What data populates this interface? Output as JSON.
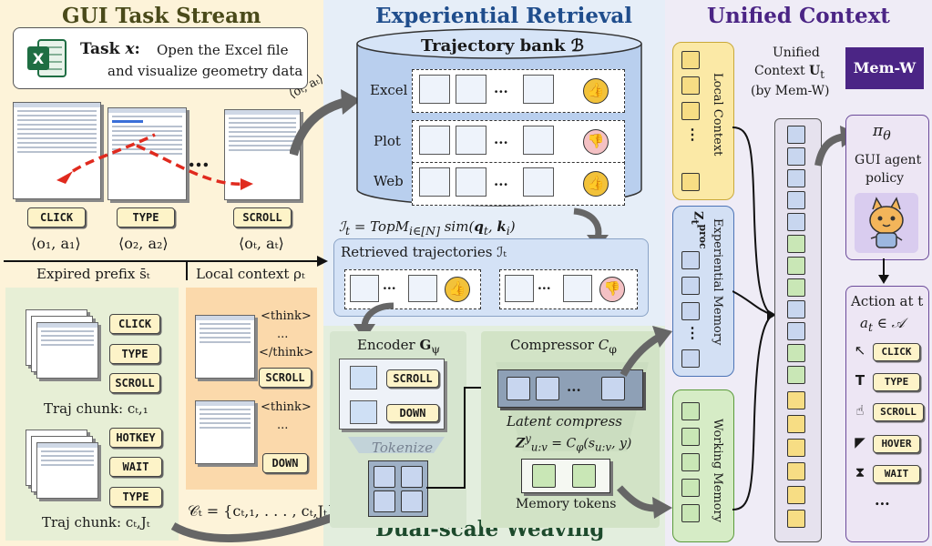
{
  "panels": {
    "gui_stream_title": "GUI Task Stream",
    "retrieval_title": "Experiential Retrieval",
    "unified_title": "Unified Context",
    "weaving_title": "Dual-scale Weaving"
  },
  "task": {
    "label": "Task",
    "var": "x",
    "colon": ":",
    "line1": "Open the Excel file",
    "line2": "and visualize geometry data"
  },
  "actions_top": {
    "a1": "CLICK",
    "a2": "TYPE",
    "a3": "SCROLL",
    "p1": "⟨o₁, a₁⟩",
    "p2": "⟨o₂, a₂⟩",
    "p3": "⟨oₜ, aₜ⟩",
    "ellipsis": "…",
    "arrow_pair": "⟨oₜ, aₜ⟩"
  },
  "split": {
    "expired": "Expired prefix s̄ₜ",
    "local": "Local context ρₜ"
  },
  "chunk1": {
    "keys": [
      "CLICK",
      "TYPE",
      "SCROLL"
    ],
    "label": "Traj chunk: cₜ,₁"
  },
  "chunk2": {
    "keys": [
      "HOTKEY",
      "WAIT",
      "TYPE"
    ],
    "label": "Traj chunk: cₜ,Jₜ"
  },
  "local_ctx": {
    "think_open": "<think>",
    "dots": "...",
    "think_close": "</think>",
    "key1": "SCROLL",
    "think_open2": "<think>",
    "dots2": "...",
    "key2": "DOWN"
  },
  "chunks_formula": "𝒞ₜ = {cₜ,₁, . . . , cₜ,Jₜ}",
  "bank": {
    "title": "Trajectory bank ℬ",
    "rows": [
      "Excel",
      "Plot",
      "Web"
    ],
    "dots": "..."
  },
  "topm_formula": "ℐₜ = TopM_{i∈[N]} sim(qₜ, kᵢ)",
  "retrieved": {
    "label": "Retrieved trajectories ℐₜ",
    "dots1": "...",
    "dots2": "..."
  },
  "encoder": {
    "label": "Encoder G_ψ",
    "key1": "SCROLL",
    "key2": "DOWN",
    "tokenize": "Tokenize"
  },
  "compressor": {
    "label": "Compressor C_φ",
    "dots": "...",
    "latent": "Latent compress",
    "formula": "Z^y_{u:v} = C_φ(s_{u:v}, y)",
    "memory_tokens": "Memory tokens"
  },
  "columns": {
    "local": "Local Context",
    "experiential": "Experiential Memory",
    "z_proc": "Zₜᵖʳᵒᶜ",
    "working": "Working Memory",
    "dots": "⋮"
  },
  "unified": {
    "line1": "Unified",
    "line2": "Context Uₜ",
    "line3": "(by Mem-W)",
    "badge": "Mem-W"
  },
  "policy": {
    "pi": "π_θ",
    "line1": "GUI agent",
    "line2": "policy"
  },
  "action_box": {
    "title": "Action at t",
    "set": "aₜ ∈ 𝒜",
    "items": [
      "CLICK",
      "TYPE",
      "SCROLL",
      "HOVER",
      "WAIT"
    ],
    "dots": "..."
  },
  "colors": {
    "gui_bg": "#fdf3d9",
    "retrieval_bg": "#e6eef8",
    "unified_bg": "#efecf6",
    "gui_title": "#4a4a1a",
    "retrieval_title": "#1f4d8c",
    "unified_title": "#4b2585",
    "mem_badge": "#4b2585",
    "weaving_title": "#1d4a2c"
  }
}
